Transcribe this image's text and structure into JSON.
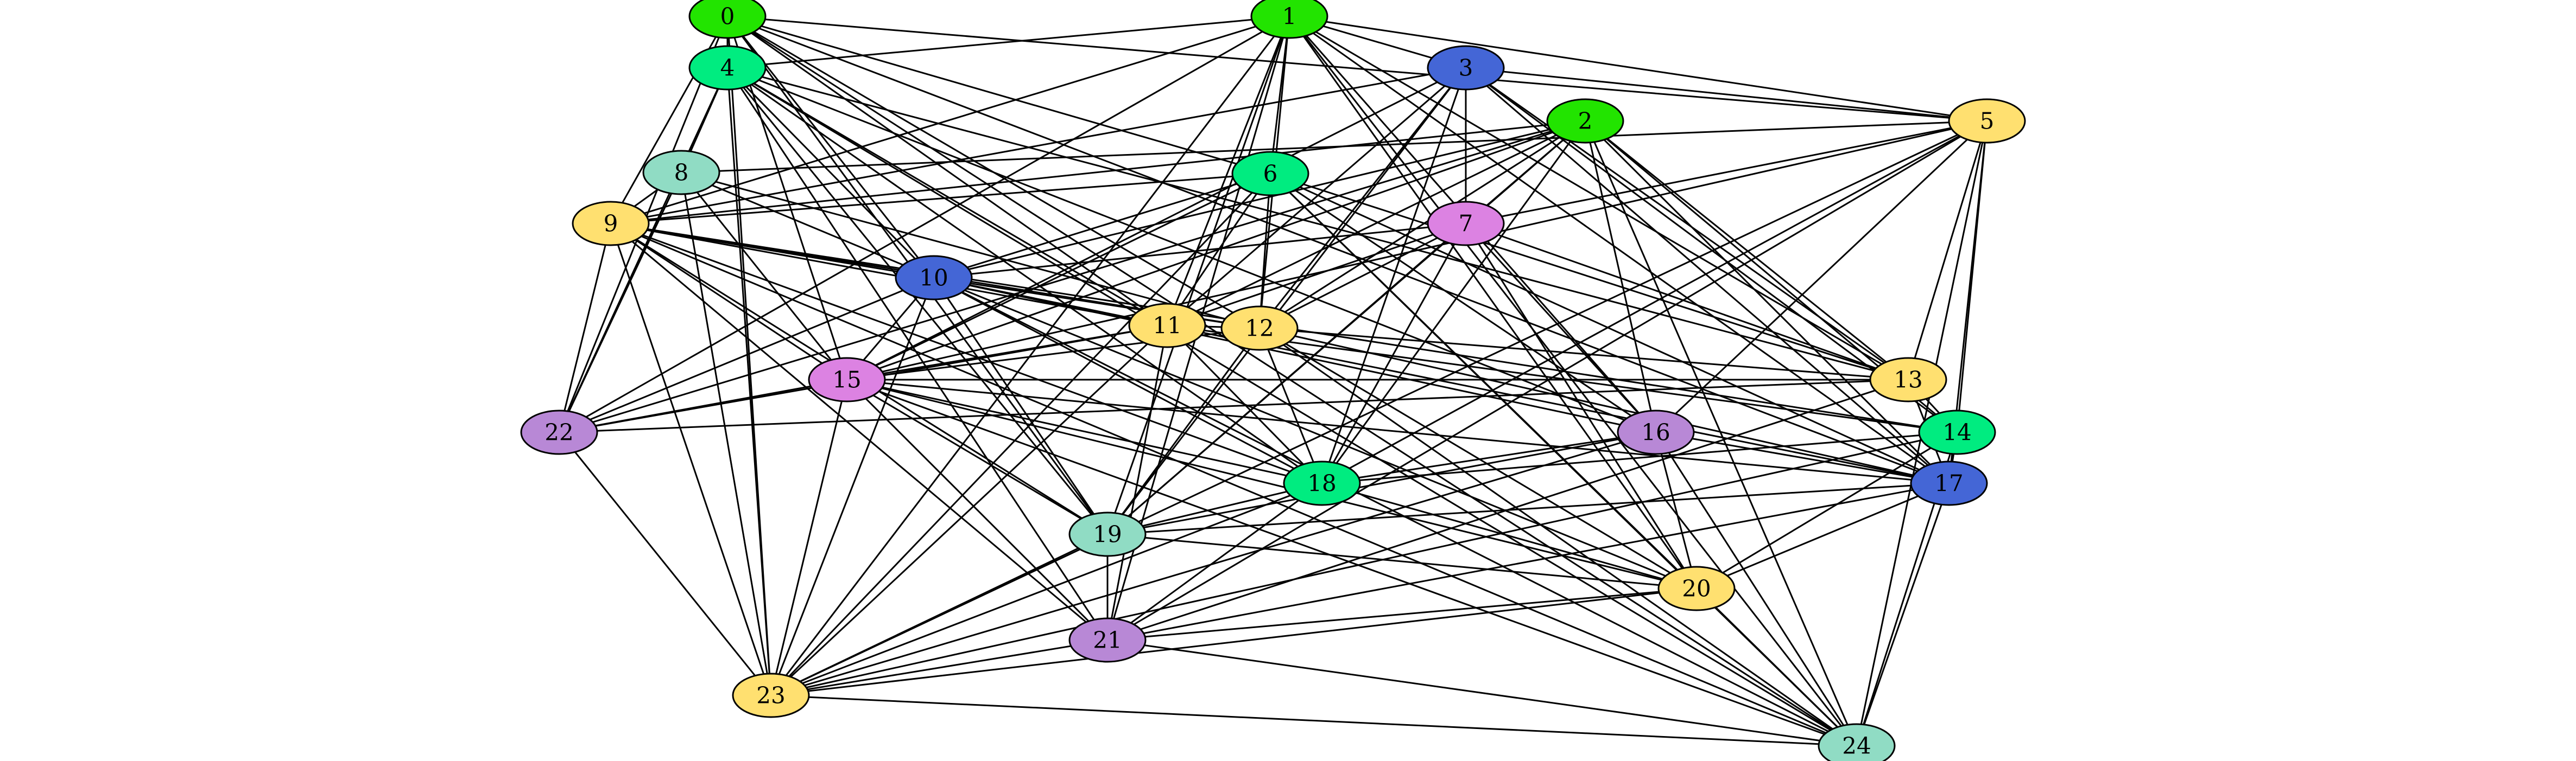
{
  "graph": {
    "colors": {
      "bright_green": "#22e400",
      "spring_green": "#00ec80",
      "royal_blue": "#4466d6",
      "light_yellow": "#ffe070",
      "aquamarine": "#90dcc4",
      "orchid": "#dc82e2",
      "lavender_purple": "#b888d6"
    },
    "nodes": [
      {
        "id": "0",
        "label": "0",
        "color": "#22e400"
      },
      {
        "id": "1",
        "label": "1",
        "color": "#22e400"
      },
      {
        "id": "2",
        "label": "2",
        "color": "#22e400"
      },
      {
        "id": "3",
        "label": "3",
        "color": "#4466d6"
      },
      {
        "id": "4",
        "label": "4",
        "color": "#00ec80"
      },
      {
        "id": "5",
        "label": "5",
        "color": "#ffe070"
      },
      {
        "id": "6",
        "label": "6",
        "color": "#00ec80"
      },
      {
        "id": "7",
        "label": "7",
        "color": "#dc82e2"
      },
      {
        "id": "8",
        "label": "8",
        "color": "#90dcc4"
      },
      {
        "id": "9",
        "label": "9",
        "color": "#ffe070"
      },
      {
        "id": "10",
        "label": "10",
        "color": "#4466d6"
      },
      {
        "id": "11",
        "label": "11",
        "color": "#ffe070"
      },
      {
        "id": "12",
        "label": "12",
        "color": "#ffe070"
      },
      {
        "id": "13",
        "label": "13",
        "color": "#ffe070"
      },
      {
        "id": "14",
        "label": "14",
        "color": "#00ec80"
      },
      {
        "id": "15",
        "label": "15",
        "color": "#dc82e2"
      },
      {
        "id": "16",
        "label": "16",
        "color": "#b888d6"
      },
      {
        "id": "17",
        "label": "17",
        "color": "#4466d6"
      },
      {
        "id": "18",
        "label": "18",
        "color": "#00ec80"
      },
      {
        "id": "19",
        "label": "19",
        "color": "#90dcc4"
      },
      {
        "id": "20",
        "label": "20",
        "color": "#ffe070"
      },
      {
        "id": "21",
        "label": "21",
        "color": "#b888d6"
      },
      {
        "id": "22",
        "label": "22",
        "color": "#b888d6"
      },
      {
        "id": "23",
        "label": "23",
        "color": "#ffe070"
      },
      {
        "id": "24",
        "label": "24",
        "color": "#90dcc4"
      }
    ],
    "edges": [
      [
        "0",
        "4"
      ],
      [
        "0",
        "5"
      ],
      [
        "0",
        "6"
      ],
      [
        "0",
        "9"
      ],
      [
        "0",
        "10"
      ],
      [
        "0",
        "11"
      ],
      [
        "0",
        "12"
      ],
      [
        "0",
        "15"
      ],
      [
        "0",
        "17"
      ],
      [
        "0",
        "19"
      ],
      [
        "0",
        "22"
      ],
      [
        "0",
        "23"
      ],
      [
        "0",
        "24"
      ],
      [
        "1",
        "3"
      ],
      [
        "1",
        "4"
      ],
      [
        "1",
        "5"
      ],
      [
        "1",
        "6"
      ],
      [
        "1",
        "9"
      ],
      [
        "1",
        "11"
      ],
      [
        "1",
        "12"
      ],
      [
        "1",
        "13"
      ],
      [
        "1",
        "16"
      ],
      [
        "1",
        "17"
      ],
      [
        "1",
        "19"
      ],
      [
        "1",
        "20"
      ],
      [
        "1",
        "21"
      ],
      [
        "1",
        "22"
      ],
      [
        "1",
        "23"
      ],
      [
        "1",
        "24"
      ],
      [
        "2",
        "7"
      ],
      [
        "2",
        "9"
      ],
      [
        "2",
        "10"
      ],
      [
        "2",
        "11"
      ],
      [
        "2",
        "12"
      ],
      [
        "2",
        "13"
      ],
      [
        "2",
        "14"
      ],
      [
        "2",
        "15"
      ],
      [
        "2",
        "16"
      ],
      [
        "2",
        "17"
      ],
      [
        "2",
        "18"
      ],
      [
        "2",
        "19"
      ],
      [
        "2",
        "22"
      ],
      [
        "2",
        "24"
      ],
      [
        "3",
        "5"
      ],
      [
        "3",
        "7"
      ],
      [
        "3",
        "9"
      ],
      [
        "3",
        "11"
      ],
      [
        "3",
        "12"
      ],
      [
        "3",
        "13"
      ],
      [
        "3",
        "14"
      ],
      [
        "3",
        "15"
      ],
      [
        "3",
        "17"
      ],
      [
        "3",
        "18"
      ],
      [
        "3",
        "19"
      ],
      [
        "4",
        "8"
      ],
      [
        "4",
        "10"
      ],
      [
        "4",
        "11"
      ],
      [
        "4",
        "13"
      ],
      [
        "4",
        "16"
      ],
      [
        "4",
        "18"
      ],
      [
        "4",
        "19"
      ],
      [
        "4",
        "21"
      ],
      [
        "4",
        "22"
      ],
      [
        "4",
        "23"
      ],
      [
        "4",
        "24"
      ],
      [
        "5",
        "7"
      ],
      [
        "5",
        "8"
      ],
      [
        "5",
        "13"
      ],
      [
        "5",
        "14"
      ],
      [
        "5",
        "15"
      ],
      [
        "5",
        "16"
      ],
      [
        "5",
        "17"
      ],
      [
        "5",
        "18"
      ],
      [
        "5",
        "21"
      ],
      [
        "5",
        "23"
      ],
      [
        "5",
        "24"
      ],
      [
        "6",
        "9"
      ],
      [
        "6",
        "10"
      ],
      [
        "6",
        "11"
      ],
      [
        "6",
        "12"
      ],
      [
        "6",
        "13"
      ],
      [
        "6",
        "15"
      ],
      [
        "6",
        "16"
      ],
      [
        "6",
        "17"
      ],
      [
        "6",
        "20"
      ],
      [
        "6",
        "23"
      ],
      [
        "6",
        "24"
      ],
      [
        "7",
        "10"
      ],
      [
        "7",
        "11"
      ],
      [
        "7",
        "12"
      ],
      [
        "7",
        "13"
      ],
      [
        "7",
        "16"
      ],
      [
        "7",
        "18"
      ],
      [
        "7",
        "19"
      ],
      [
        "7",
        "20"
      ],
      [
        "8",
        "9"
      ],
      [
        "8",
        "10"
      ],
      [
        "8",
        "12"
      ],
      [
        "8",
        "15"
      ],
      [
        "8",
        "22"
      ],
      [
        "8",
        "23"
      ],
      [
        "9",
        "10"
      ],
      [
        "9",
        "11"
      ],
      [
        "9",
        "12"
      ],
      [
        "9",
        "14"
      ],
      [
        "9",
        "15"
      ],
      [
        "9",
        "18"
      ],
      [
        "9",
        "19"
      ],
      [
        "9",
        "21"
      ],
      [
        "9",
        "22"
      ],
      [
        "9",
        "23"
      ],
      [
        "9",
        "24"
      ],
      [
        "10",
        "11"
      ],
      [
        "10",
        "12"
      ],
      [
        "10",
        "15"
      ],
      [
        "10",
        "16"
      ],
      [
        "10",
        "18"
      ],
      [
        "10",
        "19"
      ],
      [
        "10",
        "20"
      ],
      [
        "10",
        "22"
      ],
      [
        "10",
        "23"
      ],
      [
        "10",
        "24"
      ],
      [
        "11",
        "12"
      ],
      [
        "11",
        "14"
      ],
      [
        "11",
        "15"
      ],
      [
        "11",
        "17"
      ],
      [
        "11",
        "18"
      ],
      [
        "11",
        "21"
      ],
      [
        "11",
        "22"
      ],
      [
        "11",
        "23"
      ],
      [
        "12",
        "13"
      ],
      [
        "12",
        "15"
      ],
      [
        "12",
        "17"
      ],
      [
        "12",
        "18"
      ],
      [
        "12",
        "19"
      ],
      [
        "12",
        "20"
      ],
      [
        "12",
        "24"
      ],
      [
        "13",
        "14"
      ],
      [
        "13",
        "15"
      ],
      [
        "13",
        "17"
      ],
      [
        "13",
        "21"
      ],
      [
        "13",
        "22"
      ],
      [
        "14",
        "17"
      ],
      [
        "14",
        "18"
      ],
      [
        "14",
        "20"
      ],
      [
        "14",
        "23"
      ],
      [
        "14",
        "24"
      ],
      [
        "15",
        "17"
      ],
      [
        "15",
        "18"
      ],
      [
        "15",
        "19"
      ],
      [
        "15",
        "20"
      ],
      [
        "15",
        "21"
      ],
      [
        "15",
        "22"
      ],
      [
        "15",
        "23"
      ],
      [
        "15",
        "24"
      ],
      [
        "16",
        "17"
      ],
      [
        "16",
        "18"
      ],
      [
        "16",
        "19"
      ],
      [
        "16",
        "20"
      ],
      [
        "16",
        "23"
      ],
      [
        "16",
        "24"
      ],
      [
        "17",
        "19"
      ],
      [
        "17",
        "20"
      ],
      [
        "17",
        "21"
      ],
      [
        "17",
        "24"
      ],
      [
        "18",
        "19"
      ],
      [
        "18",
        "20"
      ],
      [
        "18",
        "21"
      ],
      [
        "18",
        "23"
      ],
      [
        "19",
        "20"
      ],
      [
        "19",
        "21"
      ],
      [
        "19",
        "23"
      ],
      [
        "20",
        "21"
      ],
      [
        "20",
        "23"
      ],
      [
        "20",
        "24"
      ],
      [
        "21",
        "23"
      ],
      [
        "21",
        "24"
      ],
      [
        "22",
        "23"
      ],
      [
        "23",
        "24"
      ]
    ]
  }
}
